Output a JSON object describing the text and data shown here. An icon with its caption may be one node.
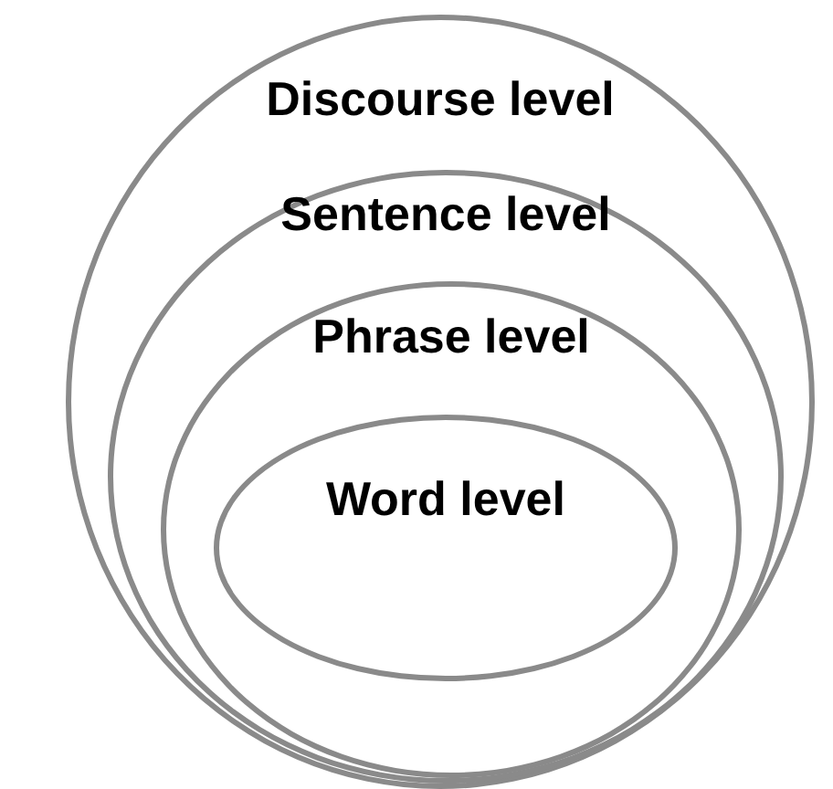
{
  "diagram": {
    "nodes": [
      {
        "text": [
          "Discourse level"
        ]
      },
      {
        "text": [
          "Sentence level"
        ],
        "in": 0
      },
      {
        "text": [
          "Phrase level"
        ],
        "in": 1
      },
      {
        "text": [
          "Word level"
        ],
        "in": 2
      }
    ]
  }
}
